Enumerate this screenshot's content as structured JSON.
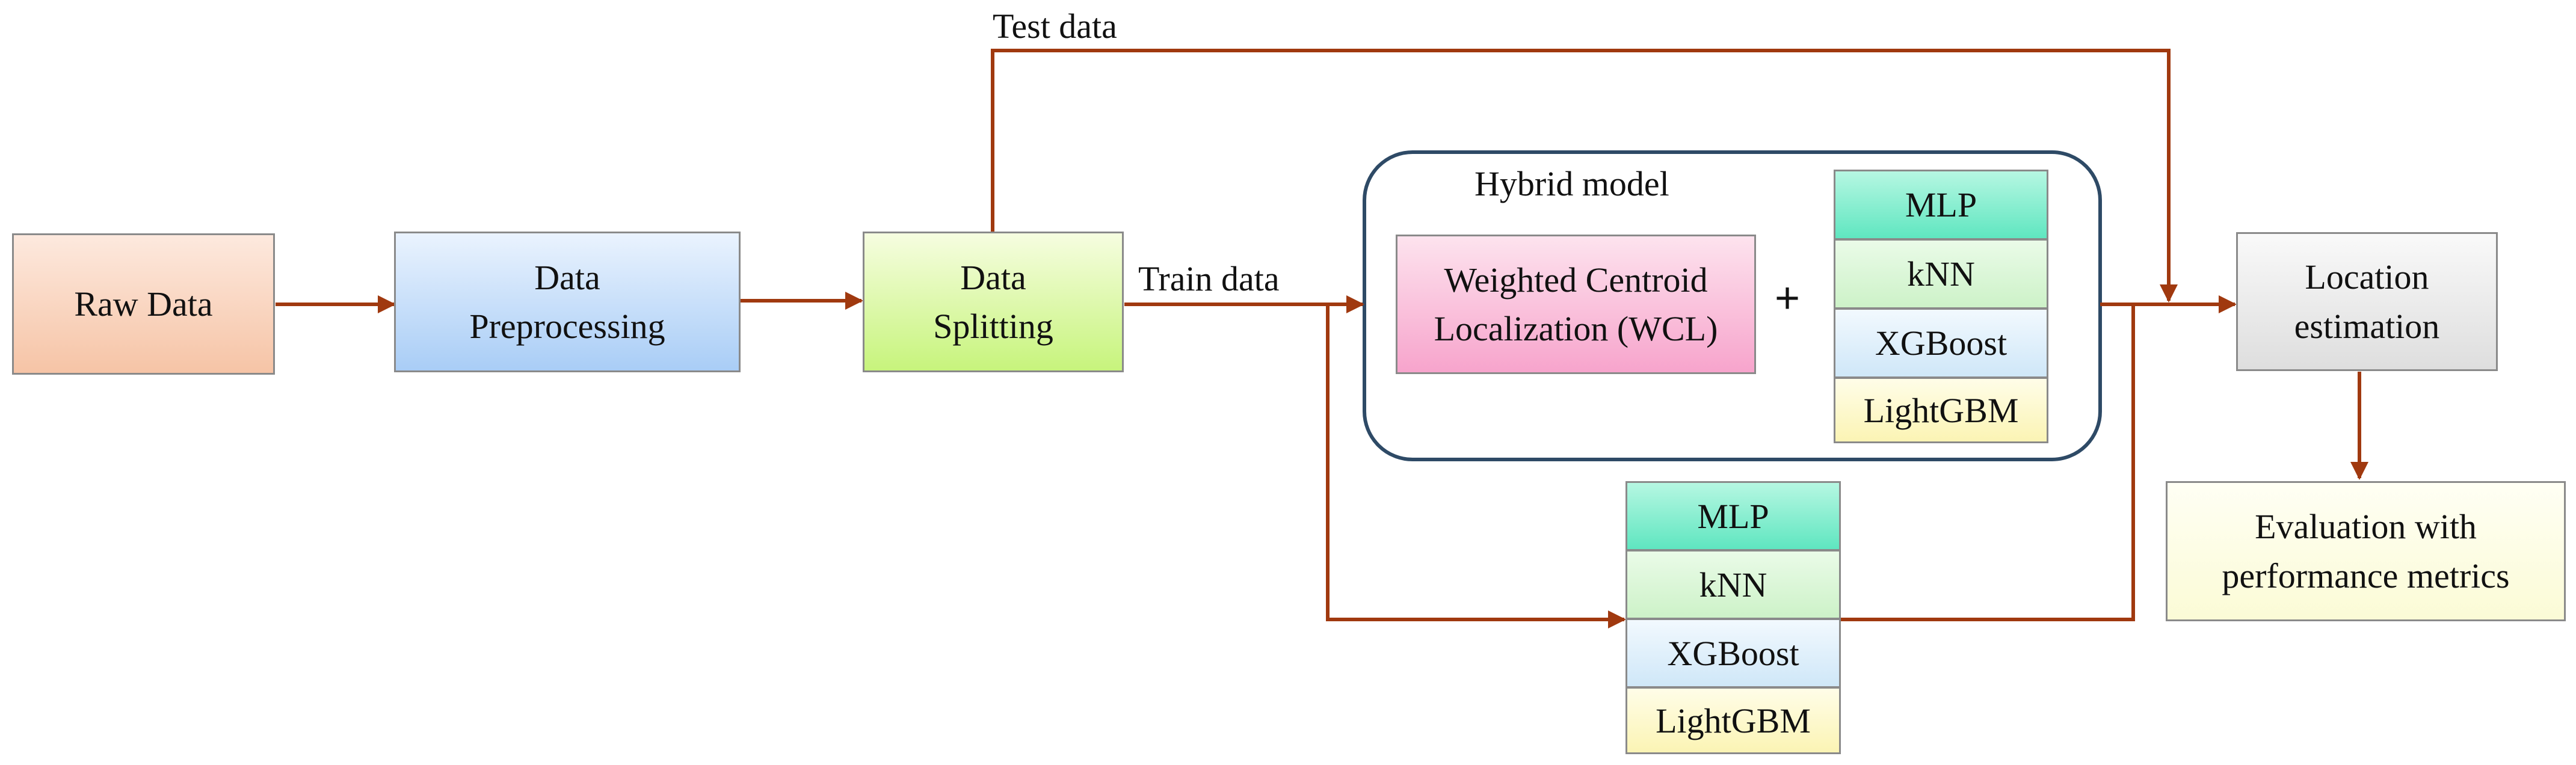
{
  "nodes": {
    "raw_data": "Raw Data",
    "preprocessing": [
      "Data",
      "Preprocessing"
    ],
    "splitting": [
      "Data",
      "Splitting"
    ],
    "hybrid_title": "Hybrid model",
    "wcl": [
      "Weighted Centroid",
      "Localization (WCL)"
    ],
    "plus": "+",
    "location": [
      "Location",
      "estimation"
    ],
    "evaluation": [
      "Evaluation with",
      "performance metrics"
    ]
  },
  "edge_labels": {
    "test": "Test data",
    "train": "Train data"
  },
  "hybrid_models": [
    "MLP",
    "kNN",
    "XGBoost",
    "LightGBM"
  ],
  "standalone_models": [
    "MLP",
    "kNN",
    "XGBoost",
    "LightGBM"
  ],
  "colors": {
    "arrow": "#a0390f",
    "border": "#8a8a8a",
    "hybrid_border": "#2e4a66"
  }
}
